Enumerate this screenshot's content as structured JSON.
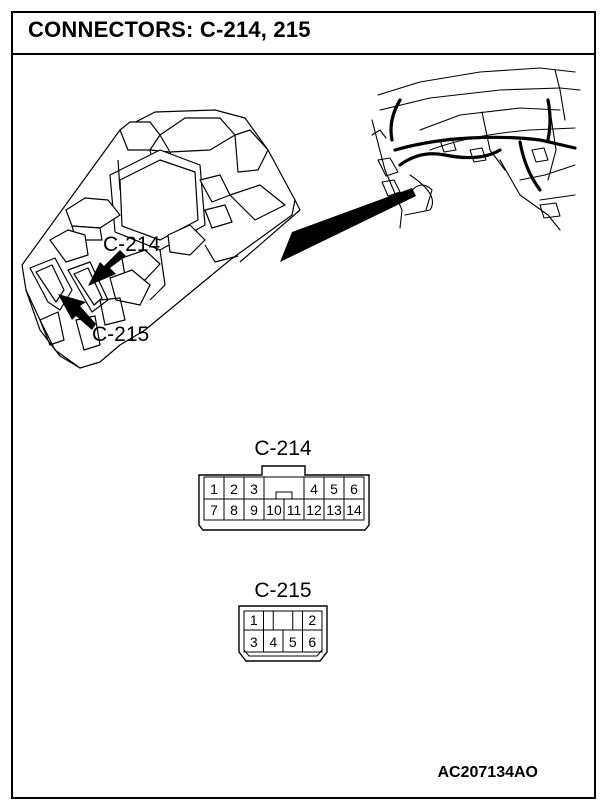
{
  "title": "CONNECTORS: C-214, 215",
  "figure_code": "AC207134AO",
  "illustration": {
    "callout_c214": "C-214",
    "callout_c215": "C-215"
  },
  "connector_c214": {
    "label": "C-214",
    "top_row": [
      "1",
      "2",
      "3",
      "4",
      "5",
      "6"
    ],
    "bottom_row": [
      "7",
      "8",
      "9",
      "10",
      "11",
      "12",
      "13",
      "14"
    ]
  },
  "connector_c215": {
    "label": "C-215",
    "top_row": [
      "1",
      "2"
    ],
    "bottom_row": [
      "3",
      "4",
      "5",
      "6"
    ]
  }
}
